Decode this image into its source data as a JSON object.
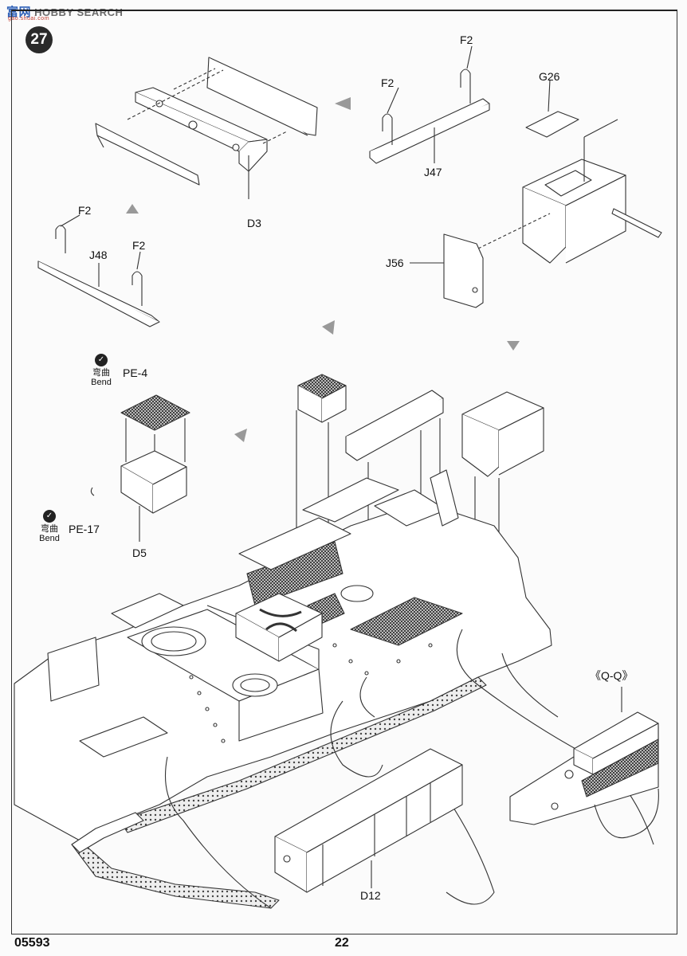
{
  "watermark": {
    "brand_cn": "富",
    "brand_cn2": "网",
    "brand": "HOBBY SEARCH",
    "url": "gao.shuai.com"
  },
  "step": {
    "number": "27"
  },
  "labels": {
    "f2_top": "F2",
    "f2_left": "F2",
    "g26": "G26",
    "j47": "J47",
    "d3": "D3",
    "f2_mid": "F2",
    "j48": "J48",
    "f2_low": "F2",
    "j56": "J56",
    "pe4": "PE-4",
    "pe17": "PE-17",
    "d5": "D5",
    "qq": "《Q-Q》",
    "d12": "D12"
  },
  "bend": {
    "cn": "弯曲",
    "en": "Bend"
  },
  "footer": {
    "code": "05593",
    "page": "22"
  },
  "colors": {
    "line": "#333333",
    "mesh": "#4a4a4a",
    "paper": "#fbfbfb"
  }
}
